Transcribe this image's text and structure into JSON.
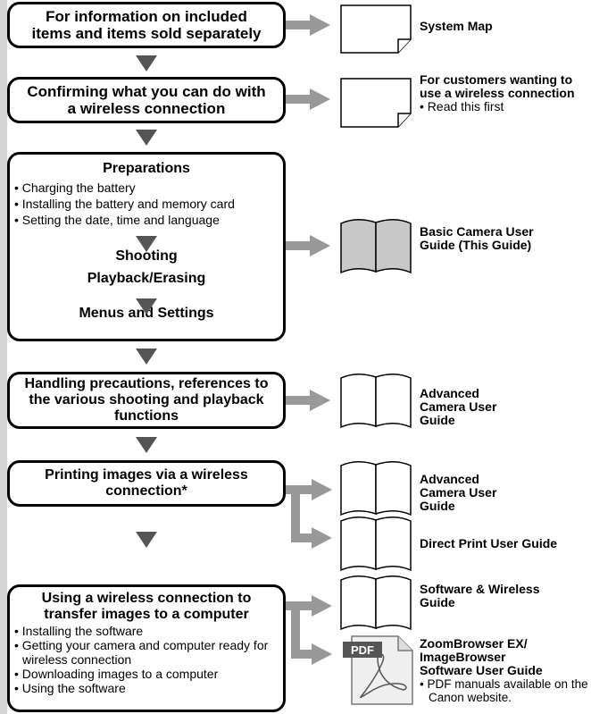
{
  "colors": {
    "arrow": "#555555",
    "connector": "#999999",
    "book_gray": "#c8c8c8",
    "sidebar": "#d4d4d4"
  },
  "boxes": {
    "info": "For information on included items and items sold separately",
    "confirm": "Confirming what you can do with a wireless connection",
    "prep": {
      "title": "Preparations",
      "bullets": [
        "Charging the battery",
        "Installing the battery and memory card",
        "Setting the date, time and language"
      ],
      "shooting": "Shooting",
      "playback": "Playback/Erasing",
      "menus": "Menus and Settings"
    },
    "handling": "Handling precautions, references to the various shooting and playback functions",
    "printing": "Printing images via a wireless connection*",
    "transfer": {
      "title": "Using a wireless connection to transfer images to a computer",
      "bullets": [
        "Installing the software",
        "Getting your camera and computer ready for wireless connection",
        "Downloading images to a computer",
        "Using the software"
      ]
    }
  },
  "docs": {
    "system_map": "System Map",
    "wireless_first": {
      "title": "For customers wanting to use a wireless connection",
      "note": "Read this first"
    },
    "basic_guide": "Basic Camera User Guide (This Guide)",
    "advanced_1": "Advanced Camera User Guide",
    "advanced_2": "Advanced Camera User Guide",
    "direct_print": "Direct Print User Guide",
    "software_wireless": "Software & Wireless Guide",
    "zoombrowser": {
      "title": "ZoomBrowser EX/ ImageBrowser Software User Guide",
      "note": "PDF manuals available on the Canon website."
    }
  },
  "pdf_icon_label": "PDF"
}
